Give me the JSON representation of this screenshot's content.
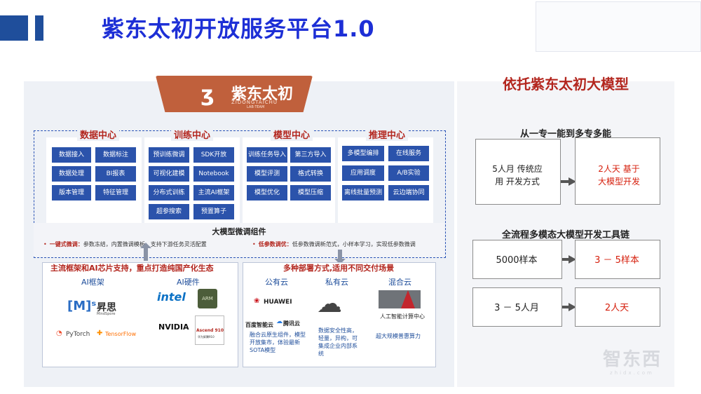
{
  "header": {
    "title": "紫东太初开放服务平台1.0"
  },
  "logo": {
    "name": "紫东太初",
    "pinyin": "ZIDONGTAICHU",
    "subtext": "LAB·TEAM"
  },
  "modules": [
    {
      "title": "数据中心",
      "items": [
        "数据接入",
        "数据标注",
        "数据处理",
        "BI报表",
        "版本管理",
        "特征管理"
      ]
    },
    {
      "title": "训练中心",
      "items": [
        "预训练微调",
        "SDK开放",
        "可视化建模",
        "Notebook",
        "分布式训练",
        "主流AI框架",
        "超参搜索",
        "预置算子"
      ]
    },
    {
      "title": "模型中心",
      "items": [
        "训练任务导入",
        "第三方导入",
        "模型评测",
        "格式转换",
        "模型优化",
        "模型压缩"
      ]
    },
    {
      "title": "推理中心",
      "items": [
        "多模型编排",
        "在线服务",
        "应用调度",
        "A/B实验",
        "离线批量预测",
        "云边端协同"
      ]
    }
  ],
  "tuning": {
    "title": "大模型微调组件",
    "item1_label": "一键式微调：",
    "item1_text": "参数冻结，内置微调模板，支持下游任务灵活配置",
    "item2_label": "低参数调优：",
    "item2_text": "低参数微调新范式，小样本学习，实现低参数微调"
  },
  "ecosystem": {
    "title": "主流框架和AI芯片支持，重点打造纯国产化生态",
    "frameworks_heading": "AI框架",
    "hardware_heading": "AI硬件",
    "mindspore_name": "昇思",
    "mindspore_sub": "MindSpore",
    "pytorch": "PyTorch",
    "tensorflow": "TensorFlow",
    "intel": "intel",
    "arm": "ARM",
    "nvidia": "NVIDIA",
    "ascend": "Ascend 910",
    "ascend_sub": "华为昇腾910"
  },
  "deployment": {
    "title": "多种部署方式,适用不同交付场景",
    "public_heading": "公有云",
    "private_heading": "私有云",
    "hybrid_heading": "混合云",
    "huawei": "HUAWEI",
    "baidu": "百度智能云",
    "tencent": "腾讯云",
    "public_desc": "融合云原生组件，模型开放集市，体验最新SOTA模型",
    "private_desc": "数据安全性高，轻量，异构，可集成企业内部系统",
    "hybrid_center": "人工智能计算中心",
    "hybrid_desc": "超大规模普惠算力"
  },
  "right": {
    "title": "依托紫东太初大模型",
    "sub1": "从一专一能到多专多能",
    "box1_left": "5人月 传统应用 开发方式",
    "box1_right": "2人天 基于大模型开发",
    "sub2": "全流程多模态大模型开发工具链",
    "box2_left": "5000样本",
    "box2_right": "3 － 5样本",
    "box3_left": "3 － 5人月",
    "box3_right": "2人天"
  },
  "watermark": {
    "brand": "智东西",
    "sub": "zhidx.com"
  },
  "colors": {
    "title": "#1d2fd6",
    "accent_red": "#b3261e",
    "chip_blue": "#2b53ab",
    "logo_bg": "#c0603c"
  }
}
